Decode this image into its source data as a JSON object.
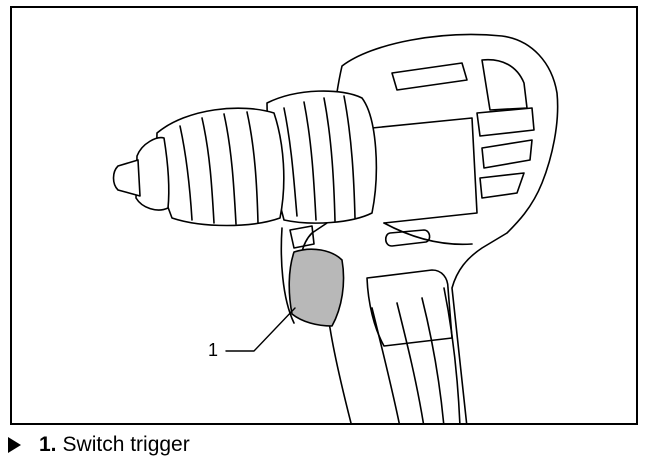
{
  "figure": {
    "callouts": [
      {
        "number": "1",
        "target": "switch-trigger"
      }
    ],
    "colors": {
      "trigger_fill": "#b8b8b8",
      "line": "#000000"
    }
  },
  "legend": {
    "bullet_icon": "right-triangle-icon",
    "items": [
      {
        "number": "1.",
        "label": "Switch trigger"
      }
    ]
  }
}
